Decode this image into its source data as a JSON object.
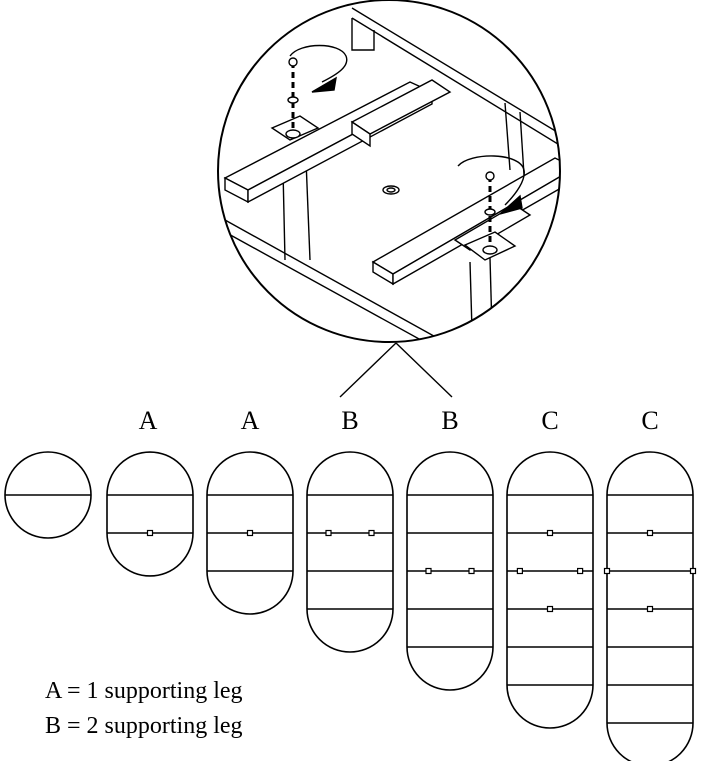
{
  "column_labels": [
    "A",
    "A",
    "B",
    "B",
    "C",
    "C"
  ],
  "legend": {
    "line1": "A = 1 supporting leg",
    "line2": "B = 2 supporting leg"
  },
  "configurations": [
    {
      "sections": 0,
      "legs": []
    },
    {
      "sections": 1,
      "legs": [
        [
          1,
          0.5
        ]
      ]
    },
    {
      "sections": 2,
      "legs": [
        [
          1,
          0.5
        ]
      ]
    },
    {
      "sections": 3,
      "legs": [
        [
          1,
          0.25
        ],
        [
          1,
          0.75
        ]
      ]
    },
    {
      "sections": 4,
      "legs": [
        [
          2,
          0.25
        ],
        [
          2,
          0.75
        ]
      ]
    },
    {
      "sections": 5,
      "legs": [
        [
          1,
          0.5
        ],
        [
          2,
          0.15
        ],
        [
          2,
          0.85
        ],
        [
          3,
          0.5
        ]
      ]
    },
    {
      "sections": 6,
      "legs": [
        [
          1,
          0.5
        ],
        [
          2,
          0.0
        ],
        [
          2,
          1.0
        ],
        [
          3,
          0.5
        ]
      ]
    }
  ]
}
